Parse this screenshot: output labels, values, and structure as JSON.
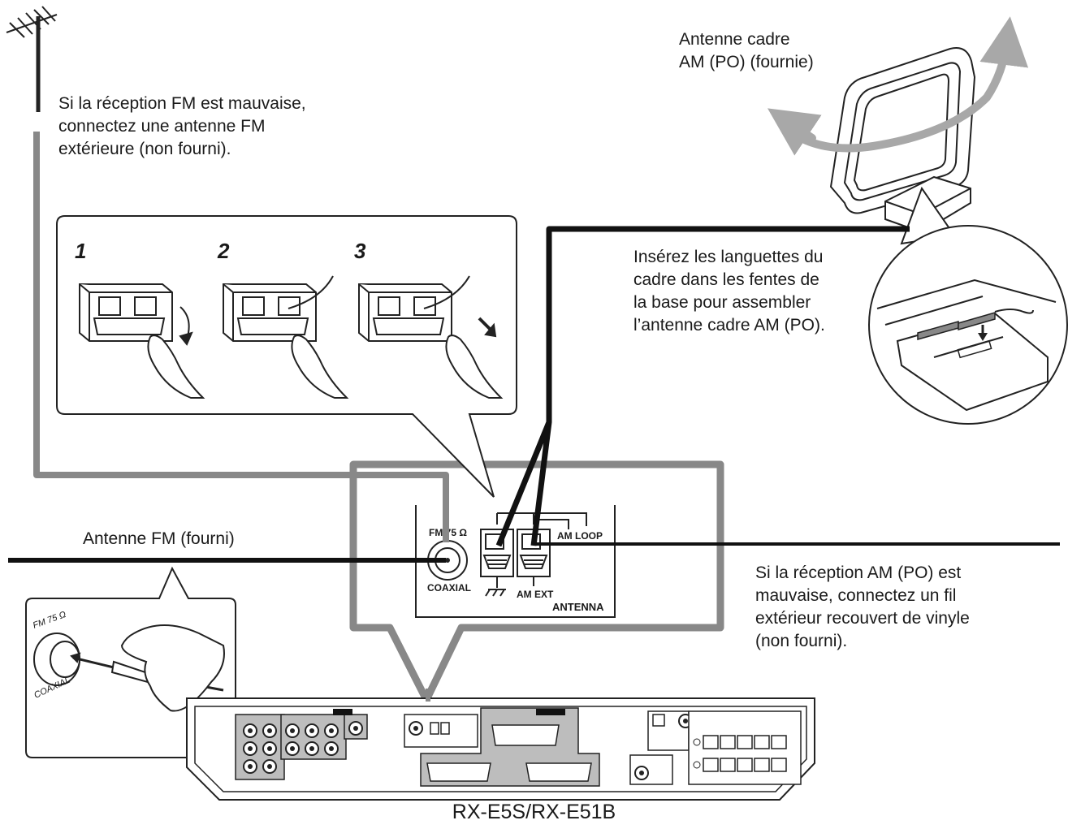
{
  "annotations": {
    "fm_outdoor": [
      "Si la réception FM est mauvaise,",
      "connectez une antenne FM",
      "extérieure (non fourni)."
    ],
    "am_loop_title": [
      "Antenne cadre",
      "AM (PO) (fournie)"
    ],
    "am_loop_assembly": [
      "Insérez les languettes du",
      "cadre dans les fentes de",
      "la base pour assembler",
      "l’antenne cadre AM (PO)."
    ],
    "fm_supplied": "Antenne FM (fourni)",
    "am_outdoor": [
      "Si la réception AM (PO) est",
      "mauvaise, connectez un fil",
      "extérieur recouvert de vinyle",
      "(non fourni)."
    ]
  },
  "steps": [
    "1",
    "2",
    "3"
  ],
  "panel": {
    "fm_label": "FM 75 Ω",
    "coaxial_label": "COAXIAL",
    "am_loop_label": "AM LOOP",
    "am_ext_label": "AM EXT",
    "antenna_label": "ANTENNA"
  },
  "inset": {
    "fm_label": "FM 75 Ω",
    "coaxial_label": "COAXIAL"
  },
  "model": "RX-E5S/RX-E51B",
  "colors": {
    "cable": "#111111",
    "callout_grey": "#888888",
    "arrow_grey": "#a8a8a8",
    "panel_shade": "#bdbdbd"
  }
}
